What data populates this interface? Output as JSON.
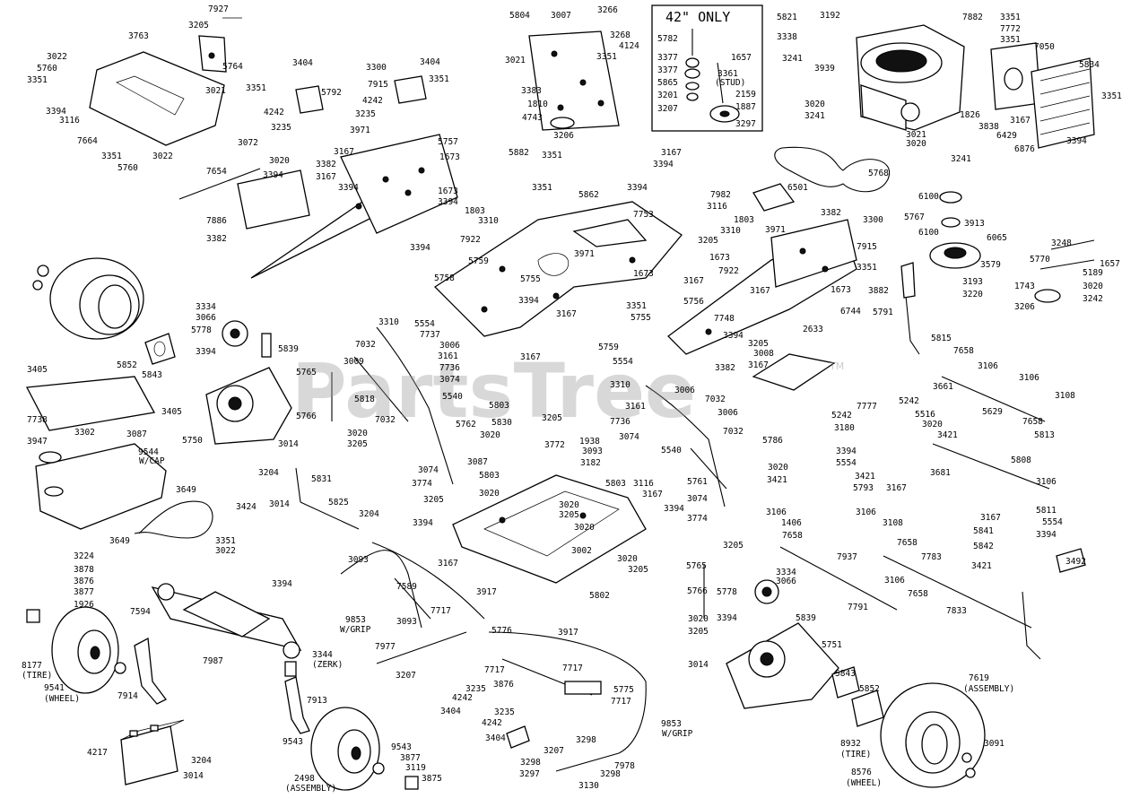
{
  "diagram": {
    "inset_title": "42\" ONLY",
    "watermark": "PartsTree",
    "watermark_tm": "TM"
  },
  "labels": [
    {
      "id": "l1",
      "text": "7927"
    },
    {
      "id": "l2",
      "text": "3205"
    },
    {
      "id": "l3",
      "text": "3763"
    },
    {
      "id": "l4",
      "text": "3022"
    },
    {
      "id": "l5",
      "text": "5760"
    },
    {
      "id": "l6",
      "text": "3351"
    },
    {
      "id": "l7",
      "text": "5764"
    },
    {
      "id": "l8",
      "text": "3021"
    },
    {
      "id": "l9",
      "text": "3394"
    },
    {
      "id": "l10",
      "text": "3116"
    },
    {
      "id": "l11",
      "text": "7664"
    },
    {
      "id": "l12",
      "text": "3351"
    },
    {
      "id": "l13",
      "text": "5760"
    },
    {
      "id": "l14",
      "text": "3022"
    },
    {
      "id": "l15",
      "text": "3404"
    },
    {
      "id": "l16",
      "text": "3351"
    },
    {
      "id": "l17",
      "text": "5792"
    },
    {
      "id": "l18",
      "text": "4242"
    },
    {
      "id": "l19",
      "text": "3235"
    },
    {
      "id": "l20",
      "text": "3300"
    },
    {
      "id": "l21",
      "text": "3404"
    },
    {
      "id": "l22",
      "text": "7915"
    },
    {
      "id": "l23",
      "text": "3351"
    },
    {
      "id": "l24",
      "text": "4242"
    },
    {
      "id": "l25",
      "text": "3235"
    },
    {
      "id": "l26",
      "text": "5804"
    },
    {
      "id": "l27",
      "text": "3007"
    },
    {
      "id": "l28",
      "text": "3266"
    },
    {
      "id": "l29",
      "text": "3268"
    },
    {
      "id": "l30",
      "text": "4124"
    },
    {
      "id": "l31",
      "text": "3021"
    },
    {
      "id": "l32",
      "text": "3351"
    },
    {
      "id": "l33",
      "text": "3383"
    },
    {
      "id": "l34",
      "text": "1810"
    },
    {
      "id": "l35",
      "text": "4743"
    },
    {
      "id": "l36",
      "text": "3206"
    },
    {
      "id": "l37",
      "text": "5782"
    },
    {
      "id": "l38",
      "text": "3377"
    },
    {
      "id": "l39",
      "text": "3377"
    },
    {
      "id": "l40",
      "text": "5865"
    },
    {
      "id": "l41",
      "text": "3201"
    },
    {
      "id": "l42",
      "text": "3207"
    },
    {
      "id": "l43",
      "text": "1657"
    },
    {
      "id": "l44",
      "text": "3361"
    },
    {
      "id": "l45",
      "text": "(STUD)"
    },
    {
      "id": "l46",
      "text": "2159"
    },
    {
      "id": "l47",
      "text": "1887"
    },
    {
      "id": "l48",
      "text": "3297"
    },
    {
      "id": "l49",
      "text": "5821"
    },
    {
      "id": "l50",
      "text": "3192"
    },
    {
      "id": "l51",
      "text": "3338"
    },
    {
      "id": "l52",
      "text": "3241"
    },
    {
      "id": "l53",
      "text": "3939"
    },
    {
      "id": "l54",
      "text": "7882"
    },
    {
      "id": "l55",
      "text": "3351"
    },
    {
      "id": "l56",
      "text": "7772"
    },
    {
      "id": "l57",
      "text": "3351"
    },
    {
      "id": "l58",
      "text": "7050"
    },
    {
      "id": "l59",
      "text": "5834"
    },
    {
      "id": "l60",
      "text": "3351"
    },
    {
      "id": "l61",
      "text": "3020"
    },
    {
      "id": "l62",
      "text": "3241"
    },
    {
      "id": "l63",
      "text": "1826"
    },
    {
      "id": "l64",
      "text": "3167"
    },
    {
      "id": "l65",
      "text": "3838"
    },
    {
      "id": "l66",
      "text": "3021"
    },
    {
      "id": "l67",
      "text": "3020"
    },
    {
      "id": "l68",
      "text": "6429"
    },
    {
      "id": "l69",
      "text": "6876"
    },
    {
      "id": "l70",
      "text": "3394"
    },
    {
      "id": "l71",
      "text": "3241"
    },
    {
      "id": "l72",
      "text": "3971"
    },
    {
      "id": "l73",
      "text": "5757"
    },
    {
      "id": "l74",
      "text": "3072"
    },
    {
      "id": "l75",
      "text": "3020"
    },
    {
      "id": "l76",
      "text": "3167"
    },
    {
      "id": "l77",
      "text": "3382"
    },
    {
      "id": "l78",
      "text": "1673"
    },
    {
      "id": "l79",
      "text": "3167"
    },
    {
      "id": "l80",
      "text": "3394"
    },
    {
      "id": "l81",
      "text": "7654"
    },
    {
      "id": "l82",
      "text": "3394"
    },
    {
      "id": "l83",
      "text": "1673"
    },
    {
      "id": "l84",
      "text": "3394"
    },
    {
      "id": "l85",
      "text": "1803"
    },
    {
      "id": "l86",
      "text": "3310"
    },
    {
      "id": "l87",
      "text": "7922"
    },
    {
      "id": "l88",
      "text": "7886"
    },
    {
      "id": "l89",
      "text": "3382"
    },
    {
      "id": "l90",
      "text": "3394"
    },
    {
      "id": "l91",
      "text": "5882"
    },
    {
      "id": "l92",
      "text": "3351"
    },
    {
      "id": "l93",
      "text": "3351"
    },
    {
      "id": "l94",
      "text": "5862"
    },
    {
      "id": "l95",
      "text": "3167"
    },
    {
      "id": "l96",
      "text": "3394"
    },
    {
      "id": "l97",
      "text": "3394"
    },
    {
      "id": "l98",
      "text": "7982"
    },
    {
      "id": "l99",
      "text": "3116"
    },
    {
      "id": "l100",
      "text": "7753"
    },
    {
      "id": "l101",
      "text": "3205"
    },
    {
      "id": "l102",
      "text": "5768"
    },
    {
      "id": "l103",
      "text": "6501"
    },
    {
      "id": "l104",
      "text": "6100"
    },
    {
      "id": "l105",
      "text": "5767"
    },
    {
      "id": "l106",
      "text": "3913"
    },
    {
      "id": "l107",
      "text": "6100"
    },
    {
      "id": "l108",
      "text": "6065"
    },
    {
      "id": "l109",
      "text": "3579"
    },
    {
      "id": "l110",
      "text": "3248"
    },
    {
      "id": "l111",
      "text": "1657"
    },
    {
      "id": "l112",
      "text": "5770"
    },
    {
      "id": "l113",
      "text": "5189"
    },
    {
      "id": "l114",
      "text": "3193"
    },
    {
      "id": "l115",
      "text": "3220"
    },
    {
      "id": "l116",
      "text": "1743"
    },
    {
      "id": "l117",
      "text": "3020"
    },
    {
      "id": "l118",
      "text": "3242"
    },
    {
      "id": "l119",
      "text": "3206"
    },
    {
      "id": "l120",
      "text": "1803"
    },
    {
      "id": "l121",
      "text": "3382"
    },
    {
      "id": "l122",
      "text": "3300"
    },
    {
      "id": "l123",
      "text": "3310"
    },
    {
      "id": "l124",
      "text": "3971"
    },
    {
      "id": "l125",
      "text": "7915"
    },
    {
      "id": "l126",
      "text": "1673"
    },
    {
      "id": "l127",
      "text": "3351"
    },
    {
      "id": "l128",
      "text": "7922"
    },
    {
      "id": "l129",
      "text": "3167"
    },
    {
      "id": "l130",
      "text": "1673"
    },
    {
      "id": "l131",
      "text": "3167"
    },
    {
      "id": "l132",
      "text": "5756"
    },
    {
      "id": "l133",
      "text": "3882"
    },
    {
      "id": "l134",
      "text": "5791"
    },
    {
      "id": "l135",
      "text": "5759"
    },
    {
      "id": "l136",
      "text": "3971"
    },
    {
      "id": "l137",
      "text": "5758"
    },
    {
      "id": "l138",
      "text": "5755"
    },
    {
      "id": "l139",
      "text": "1673"
    },
    {
      "id": "l140",
      "text": "3394"
    },
    {
      "id": "l141",
      "text": "3167"
    },
    {
      "id": "l142",
      "text": "3351"
    },
    {
      "id": "l143",
      "text": "5755"
    },
    {
      "id": "l144",
      "text": "5759"
    },
    {
      "id": "l145",
      "text": "3167"
    },
    {
      "id": "l146",
      "text": "7748"
    },
    {
      "id": "l147",
      "text": "3394"
    },
    {
      "id": "l148",
      "text": "3205"
    },
    {
      "id": "l149",
      "text": "3008"
    },
    {
      "id": "l150",
      "text": "3382"
    },
    {
      "id": "l151",
      "text": "3167"
    },
    {
      "id": "l152",
      "text": "6744"
    },
    {
      "id": "l153",
      "text": "2633"
    },
    {
      "id": "l154",
      "text": "5815"
    },
    {
      "id": "l155",
      "text": "7658"
    },
    {
      "id": "l156",
      "text": "3106"
    },
    {
      "id": "l157",
      "text": "3661"
    },
    {
      "id": "l158",
      "text": "3106"
    },
    {
      "id": "l159",
      "text": "3108"
    },
    {
      "id": "l160",
      "text": "3334"
    },
    {
      "id": "l161",
      "text": "3066"
    },
    {
      "id": "l162",
      "text": "5778"
    },
    {
      "id": "l163",
      "text": "3394"
    },
    {
      "id": "l164",
      "text": "5839"
    },
    {
      "id": "l165",
      "text": "3310"
    },
    {
      "id": "l166",
      "text": "5554"
    },
    {
      "id": "l167",
      "text": "7737"
    },
    {
      "id": "l168",
      "text": "7032"
    },
    {
      "id": "l169",
      "text": "3006"
    },
    {
      "id": "l170",
      "text": "3161"
    },
    {
      "id": "l171",
      "text": "3009"
    },
    {
      "id": "l172",
      "text": "7736"
    },
    {
      "id": "l173",
      "text": "3074"
    },
    {
      "id": "l174",
      "text": "5540"
    },
    {
      "id": "l175",
      "text": "5765"
    },
    {
      "id": "l176",
      "text": "5818"
    },
    {
      "id": "l177",
      "text": "7032"
    },
    {
      "id": "l178",
      "text": "5766"
    },
    {
      "id": "l179",
      "text": "3020"
    },
    {
      "id": "l180",
      "text": "3205"
    },
    {
      "id": "l181",
      "text": "5750"
    },
    {
      "id": "l182",
      "text": "3014"
    },
    {
      "id": "l183",
      "text": "5762"
    },
    {
      "id": "l184",
      "text": "5852"
    },
    {
      "id": "l185",
      "text": "5843"
    },
    {
      "id": "l186",
      "text": "3405"
    },
    {
      "id": "l187",
      "text": "3405"
    },
    {
      "id": "l188",
      "text": "7738"
    },
    {
      "id": "l189",
      "text": "3302"
    },
    {
      "id": "l190",
      "text": "3087"
    },
    {
      "id": "l191",
      "text": "3947"
    },
    {
      "id": "l192",
      "text": "9544"
    },
    {
      "id": "l193",
      "text": "W/CAP"
    },
    {
      "id": "l194",
      "text": "3204"
    },
    {
      "id": "l195",
      "text": "5831"
    },
    {
      "id": "l196",
      "text": "3014"
    },
    {
      "id": "l197",
      "text": "5825"
    },
    {
      "id": "l198",
      "text": "3204"
    },
    {
      "id": "l199",
      "text": "3649"
    },
    {
      "id": "l200",
      "text": "3424"
    },
    {
      "id": "l201",
      "text": "3649"
    },
    {
      "id": "l202",
      "text": "5554"
    },
    {
      "id": "l203",
      "text": "3310"
    },
    {
      "id": "l204",
      "text": "3006"
    },
    {
      "id": "l205",
      "text": "7032"
    },
    {
      "id": "l206",
      "text": "3161"
    },
    {
      "id": "l207",
      "text": "7736"
    },
    {
      "id": "l208",
      "text": "3006"
    },
    {
      "id": "l209",
      "text": "3074"
    },
    {
      "id": "l210",
      "text": "7032"
    },
    {
      "id": "l211",
      "text": "5540"
    },
    {
      "id": "l212",
      "text": "5803"
    },
    {
      "id": "l213",
      "text": "3205"
    },
    {
      "id": "l214",
      "text": "5830"
    },
    {
      "id": "l215",
      "text": "3020"
    },
    {
      "id": "l216",
      "text": "3772"
    },
    {
      "id": "l217",
      "text": "3087"
    },
    {
      "id": "l218",
      "text": "5803"
    },
    {
      "id": "l219",
      "text": "3020"
    },
    {
      "id": "l220",
      "text": "3074"
    },
    {
      "id": "l221",
      "text": "3774"
    },
    {
      "id": "l222",
      "text": "3205"
    },
    {
      "id": "l223",
      "text": "1938"
    },
    {
      "id": "l224",
      "text": "3093"
    },
    {
      "id": "l225",
      "text": "3182"
    },
    {
      "id": "l226",
      "text": "3116"
    },
    {
      "id": "l227",
      "text": "5803"
    },
    {
      "id": "l228",
      "text": "3167"
    },
    {
      "id": "l229",
      "text": "3020"
    },
    {
      "id": "l230",
      "text": "3205"
    },
    {
      "id": "l231",
      "text": "3394"
    },
    {
      "id": "l232",
      "text": "3020"
    },
    {
      "id": "l233",
      "text": "3002"
    },
    {
      "id": "l234",
      "text": "3167"
    },
    {
      "id": "l235",
      "text": "3020"
    },
    {
      "id": "l236",
      "text": "3205"
    },
    {
      "id": "l237",
      "text": "5802"
    },
    {
      "id": "l238",
      "text": "3394"
    },
    {
      "id": "l239",
      "text": "5761"
    },
    {
      "id": "l240",
      "text": "3074"
    },
    {
      "id": "l241",
      "text": "3774"
    },
    {
      "id": "l242",
      "text": "3205"
    },
    {
      "id": "l243",
      "text": "5786"
    },
    {
      "id": "l244",
      "text": "3394"
    },
    {
      "id": "l245",
      "text": "5554"
    },
    {
      "id": "l246",
      "text": "3421"
    },
    {
      "id": "l247",
      "text": "3020"
    },
    {
      "id": "l248",
      "text": "3421"
    },
    {
      "id": "l249",
      "text": "5793"
    },
    {
      "id": "l250",
      "text": "3167"
    },
    {
      "id": "l251",
      "text": "3681"
    },
    {
      "id": "l252",
      "text": "5242"
    },
    {
      "id": "l253",
      "text": "7777"
    },
    {
      "id": "l254",
      "text": "5242"
    },
    {
      "id": "l255",
      "text": "3180"
    },
    {
      "id": "l256",
      "text": "5516"
    },
    {
      "id": "l257",
      "text": "3020"
    },
    {
      "id": "l258",
      "text": "3421"
    },
    {
      "id": "l259",
      "text": "5629"
    },
    {
      "id": "l260",
      "text": "7658"
    },
    {
      "id": "l261",
      "text": "5813"
    },
    {
      "id": "l262",
      "text": "5808"
    },
    {
      "id": "l263",
      "text": "3106"
    },
    {
      "id": "l264",
      "text": "5811"
    },
    {
      "id": "l265",
      "text": "3167"
    },
    {
      "id": "l266",
      "text": "5554"
    },
    {
      "id": "l267",
      "text": "5841"
    },
    {
      "id": "l268",
      "text": "3394"
    },
    {
      "id": "l269",
      "text": "5842"
    },
    {
      "id": "l270",
      "text": "3421"
    },
    {
      "id": "l271",
      "text": "3492"
    },
    {
      "id": "l272",
      "text": "3106"
    },
    {
      "id": "l273",
      "text": "1406"
    },
    {
      "id": "l274",
      "text": "7658"
    },
    {
      "id": "l275",
      "text": "3106"
    },
    {
      "id": "l276",
      "text": "3108"
    },
    {
      "id": "l277",
      "text": "7658"
    },
    {
      "id": "l278",
      "text": "7937"
    },
    {
      "id": "l279",
      "text": "7783"
    },
    {
      "id": "l280",
      "text": "3106"
    },
    {
      "id": "l281",
      "text": "7658"
    },
    {
      "id": "l282",
      "text": "7791"
    },
    {
      "id": "l283",
      "text": "7833"
    },
    {
      "id": "l284",
      "text": "3224"
    },
    {
      "id": "l285",
      "text": "3878"
    },
    {
      "id": "l286",
      "text": "3876"
    },
    {
      "id": "l287",
      "text": "3877"
    },
    {
      "id": "l288",
      "text": "1926"
    },
    {
      "id": "l289",
      "text": "3351"
    },
    {
      "id": "l290",
      "text": "3022"
    },
    {
      "id": "l291",
      "text": "3394"
    },
    {
      "id": "l292",
      "text": "7594"
    },
    {
      "id": "l293",
      "text": "7987"
    },
    {
      "id": "l294",
      "text": "3344"
    },
    {
      "id": "l295",
      "text": "(ZERK)"
    },
    {
      "id": "l296",
      "text": "8177"
    },
    {
      "id": "l297",
      "text": "(TIRE)"
    },
    {
      "id": "l298",
      "text": "9541"
    },
    {
      "id": "l299",
      "text": "(WHEEL)"
    },
    {
      "id": "l300",
      "text": "7914"
    },
    {
      "id": "l301",
      "text": "7913"
    },
    {
      "id": "l302",
      "text": "9543"
    },
    {
      "id": "l303",
      "text": "9543"
    },
    {
      "id": "l304",
      "text": "3877"
    },
    {
      "id": "l305",
      "text": "3119"
    },
    {
      "id": "l306",
      "text": "3875"
    },
    {
      "id": "l307",
      "text": "2498"
    },
    {
      "id": "l308",
      "text": "(ASSEMBLY)"
    },
    {
      "id": "l309",
      "text": "4217"
    },
    {
      "id": "l310",
      "text": "3204"
    },
    {
      "id": "l311",
      "text": "3014"
    },
    {
      "id": "l312",
      "text": "3093"
    },
    {
      "id": "l313",
      "text": "7589"
    },
    {
      "id": "l314",
      "text": "3917"
    },
    {
      "id": "l315",
      "text": "3093"
    },
    {
      "id": "l316",
      "text": "9853"
    },
    {
      "id": "l317",
      "text": "W/GRIP"
    },
    {
      "id": "l318",
      "text": "7717"
    },
    {
      "id": "l319",
      "text": "7977"
    },
    {
      "id": "l320",
      "text": "5776"
    },
    {
      "id": "l321",
      "text": "3207"
    },
    {
      "id": "l322",
      "text": "3917"
    },
    {
      "id": "l323",
      "text": "7717"
    },
    {
      "id": "l324",
      "text": "7717"
    },
    {
      "id": "l325",
      "text": "3876"
    },
    {
      "id": "l326",
      "text": "4242"
    },
    {
      "id": "l327",
      "text": "3235"
    },
    {
      "id": "l328",
      "text": "3404"
    },
    {
      "id": "l329",
      "text": "5775"
    },
    {
      "id": "l330",
      "text": "7717"
    },
    {
      "id": "l331",
      "text": "3235"
    },
    {
      "id": "l332",
      "text": "4242"
    },
    {
      "id": "l333",
      "text": "3404"
    },
    {
      "id": "l334",
      "text": "9853"
    },
    {
      "id": "l335",
      "text": "W/GRIP"
    },
    {
      "id": "l336",
      "text": "3298"
    },
    {
      "id": "l337",
      "text": "3207"
    },
    {
      "id": "l338",
      "text": "3298"
    },
    {
      "id": "l339",
      "text": "7978"
    },
    {
      "id": "l340",
      "text": "3297"
    },
    {
      "id": "l341",
      "text": "3298"
    },
    {
      "id": "l342",
      "text": "3130"
    },
    {
      "id": "l343",
      "text": "5765"
    },
    {
      "id": "l344",
      "text": "3334"
    },
    {
      "id": "l345",
      "text": "3066"
    },
    {
      "id": "l346",
      "text": "5766"
    },
    {
      "id": "l347",
      "text": "5778"
    },
    {
      "id": "l348",
      "text": "3394"
    },
    {
      "id": "l349",
      "text": "5839"
    },
    {
      "id": "l350",
      "text": "3020"
    },
    {
      "id": "l351",
      "text": "3205"
    },
    {
      "id": "l352",
      "text": "5751"
    },
    {
      "id": "l353",
      "text": "3014"
    },
    {
      "id": "l354",
      "text": "5843"
    },
    {
      "id": "l355",
      "text": "5852"
    },
    {
      "id": "l356",
      "text": "7619"
    },
    {
      "id": "l357",
      "text": "(ASSEMBLY)"
    },
    {
      "id": "l358",
      "text": "8932"
    },
    {
      "id": "l359",
      "text": "(TIRE)"
    },
    {
      "id": "l360",
      "text": "3091"
    },
    {
      "id": "l361",
      "text": "8576"
    },
    {
      "id": "l362",
      "text": "(WHEEL)"
    }
  ]
}
